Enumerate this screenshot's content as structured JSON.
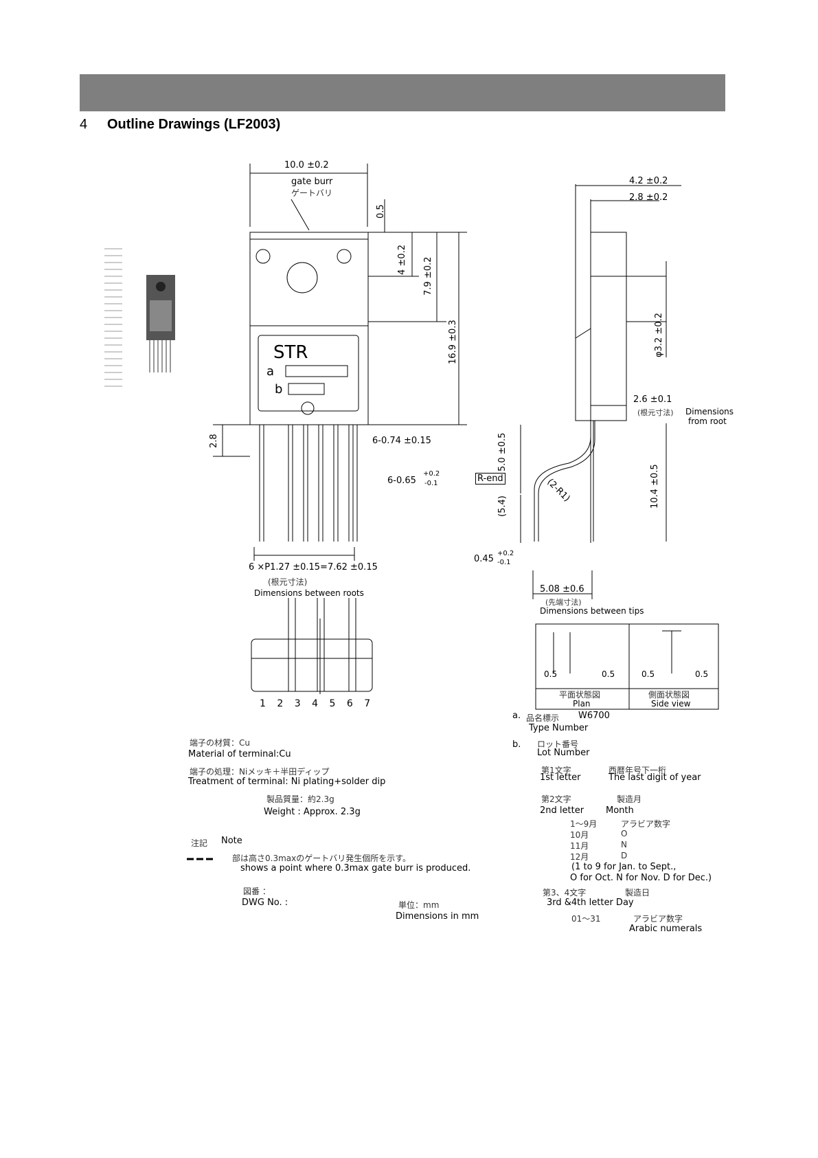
{
  "section": {
    "number": "4",
    "title": "Outline Drawings (LF2003)"
  },
  "front_view": {
    "width_dim": "10.0 ±0.2",
    "gate_burr_en": "gate burr",
    "gate_burr_jp": "ゲートバリ",
    "dim_0_5": "0.5",
    "dim_4": "4 ±0.2",
    "dim_7_9": "7.9 ±0.2",
    "dim_16_9": "16.9 ±0.3",
    "label_str": "STR",
    "label_a": "a",
    "label_b": "b",
    "dim_2_8": "2.8",
    "dim_074": "6-0.74 ±0.15",
    "dim_065": "6-0.65",
    "dim_065_tol_up": "+0.2",
    "dim_065_tol_dn": "-0.1",
    "pitch": "6 ×P1.27 ±0.15=7.62 ±0.15",
    "pitch_jp": "(根元寸法)",
    "pitch_en": "Dimensions between roots",
    "pin_numbers": [
      "1",
      "2",
      "3",
      "4",
      "5",
      "6",
      "7"
    ]
  },
  "side_view": {
    "dim_4_2": "4.2 ±0.2",
    "dim_2_8": "2.8 ±0.2",
    "dim_3_2": "φ3.2 ±0.2",
    "dim_2_6": "2.6 ±0.1",
    "dim_2_6_jp": "(根元寸法)",
    "dim_2_6_en1": "Dimensions",
    "dim_2_6_en2": "from root",
    "dim_5_0": "5.0 ±0.5",
    "r_end": "R-end",
    "dim_5_4": "(5.4)",
    "dim_r1": "(2-R1)",
    "dim_10_4": "10.4 ±0.5",
    "dim_045": "0.45",
    "dim_045_tol_up": "+0.2",
    "dim_045_tol_dn": "-0.1",
    "dim_5_08": "5.08 ±0.6",
    "tips_jp": "(先端寸法)",
    "tips_en": "Dimensions between tips"
  },
  "views_box": {
    "plan_dims": [
      "0.5",
      "0.5"
    ],
    "side_dims": [
      "0.5",
      "0.5"
    ],
    "plan_jp": "平面状態図",
    "plan_en": "Plan",
    "side_jp": "側面状態図",
    "side_en": "Side view"
  },
  "notes_left": {
    "material_jp": "端子の材質：Cu",
    "material_en": "Material of terminal:Cu",
    "treatment_jp": "端子の処理：Niメッキ＋半田ディップ",
    "treatment_en": "Treatment of terminal: Ni plating+solder dip",
    "weight_jp": "製品質量：約2.3g",
    "weight_en": "Weight : Approx. 2.3g",
    "note_jp": "注記",
    "note_en": "Note",
    "burr_jp": "部は高さ0.3maxのゲートバリ発生個所を示す。",
    "burr_en": "shows a point where 0.3max gate burr is produced.",
    "dwg_jp": "図番 ：",
    "dwg_en": "DWG No. :",
    "unit_jp": "単位：mm",
    "unit_en": "Dimensions in mm"
  },
  "notes_right": {
    "a_label": "a.",
    "a_jp": "品名標示",
    "a_value": "W6700",
    "a_en": "Type Number",
    "b_label": "b.",
    "b_jp": "ロット番号",
    "b_en": "Lot Number",
    "l1_jp": "第1文字",
    "l1_jp_desc": "西暦年号下一桁",
    "l1_en": "1st letter",
    "l1_en_desc": "The last digit of year",
    "l2_jp": "第2文字",
    "l2_jp_desc": "製造月",
    "l2_en": "2nd letter",
    "l2_en_desc": "Month",
    "m1_jp": "1～9月",
    "m1_jp_desc": "アラビア数字",
    "m10": "10月",
    "m10_v": "O",
    "m11": "11月",
    "m11_v": "N",
    "m12": "12月",
    "m12_v": "D",
    "month_en1": "(1 to 9 for Jan. to Sept.,",
    "month_en2": "O for Oct. N for Nov. D for Dec.)",
    "l34_jp": "第3、4文字",
    "l34_jp_desc": "製造日",
    "l34_en": "3rd &4th letter Day",
    "day_range": "01～31",
    "day_jp": "アラビア数字",
    "day_en": "Arabic numerals"
  }
}
